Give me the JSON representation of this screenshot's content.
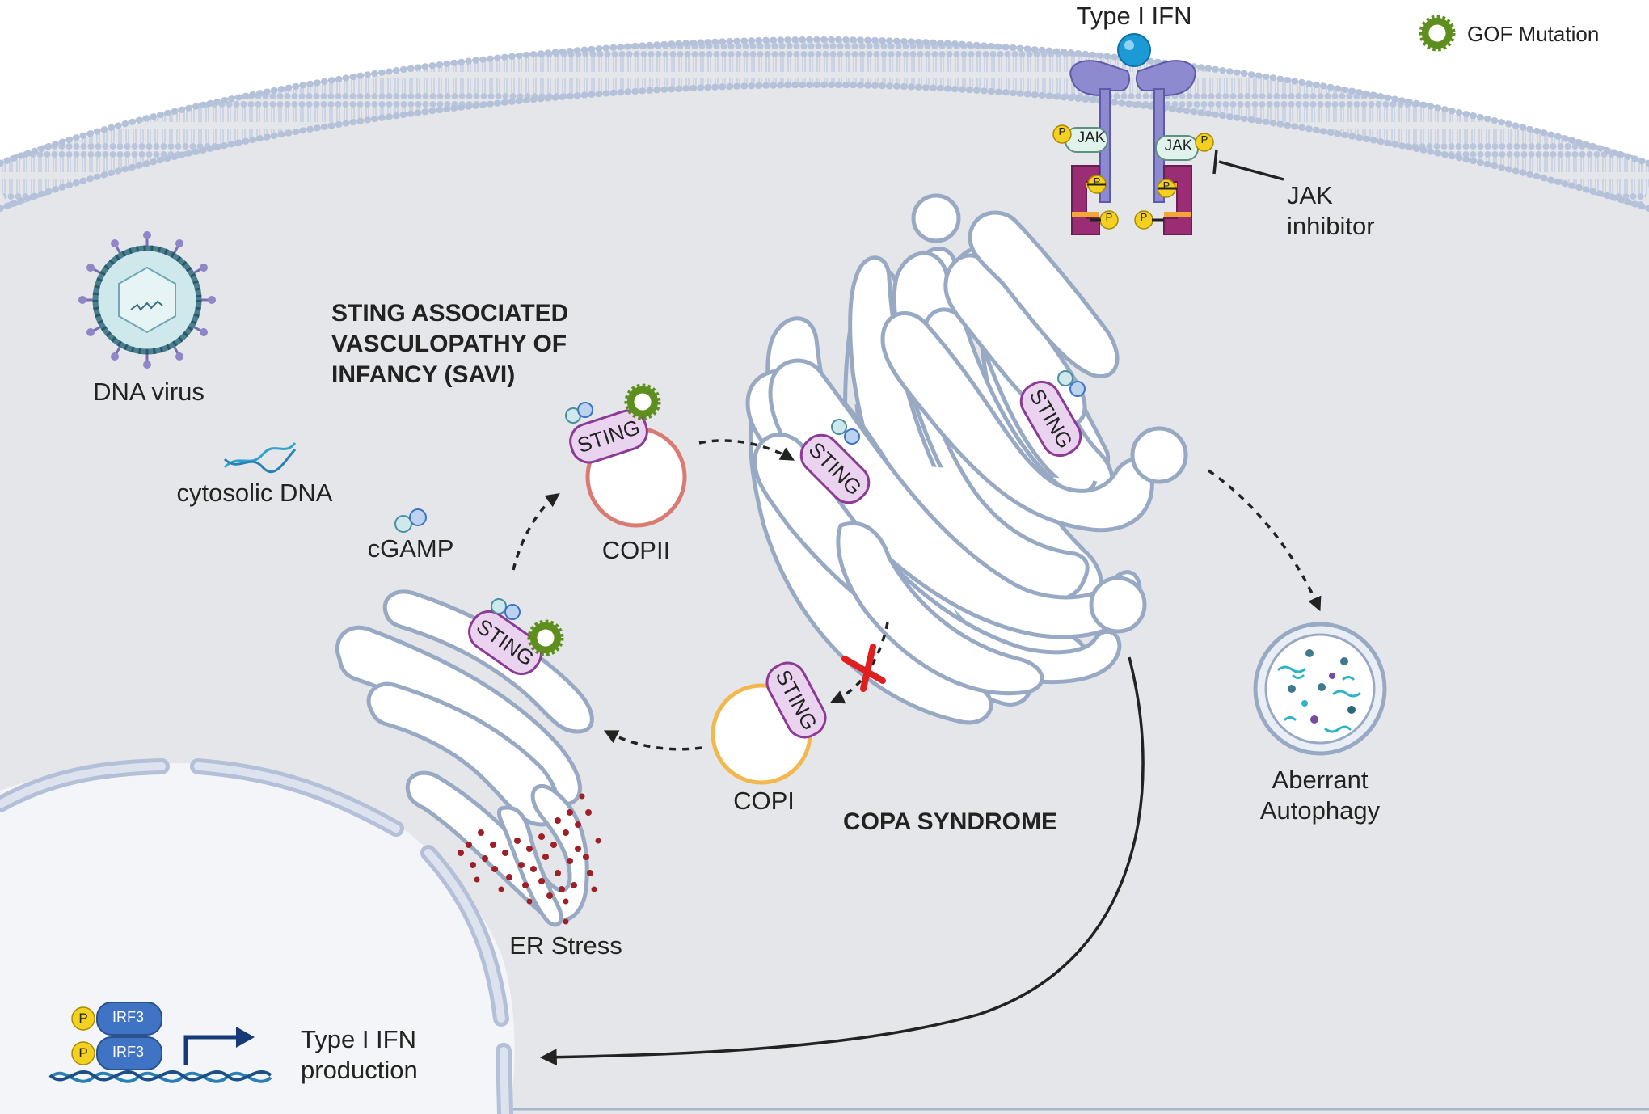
{
  "legend": {
    "gof_label": "GOF Mutation"
  },
  "receptor": {
    "ligand_label": "Type I IFN",
    "jak_label": "JAK",
    "phospho_label": "P",
    "inhibitor_label_line1": "JAK",
    "inhibitor_label_line2": "inhibitor"
  },
  "pathogens": {
    "virus_label": "DNA virus",
    "dna_label": "cytosolic DNA",
    "cgamp_label": "cGAMP"
  },
  "disease_savi": {
    "line1": "STING ASSOCIATED",
    "line2": "VASCULOPATHY OF",
    "line3": "INFANCY (SAVI)"
  },
  "disease_copa": {
    "label": "COPA SYNDROME"
  },
  "sting_label": "STING",
  "vesicles": {
    "copii_label": "COPII",
    "copi_label": "COPI"
  },
  "er": {
    "stress_label": "ER Stress"
  },
  "autophagy": {
    "line1": "Aberrant",
    "line2": "Autophagy"
  },
  "nucleus": {
    "irf3_label": "IRF3",
    "phospho_label": "P",
    "output_line1": "Type I IFN",
    "output_line2": "production"
  },
  "colors": {
    "cytoplasm": "#e5e6e9",
    "membrane": "#b4c0d8",
    "organelle_stroke": "#98a9c4",
    "sting_fill": "#ead3ee",
    "sting_stroke": "#8b3a95",
    "gof_mutation": "#5e8f1e",
    "copii_stroke": "#d97a73",
    "copi_stroke": "#f3b84d",
    "receptor": "#8d8ad0",
    "stat": "#9b2d75",
    "irf3": "#3f73c4",
    "phospho": "#f4d020",
    "block_x": "#e02020",
    "er_stress": "#9e2026"
  }
}
